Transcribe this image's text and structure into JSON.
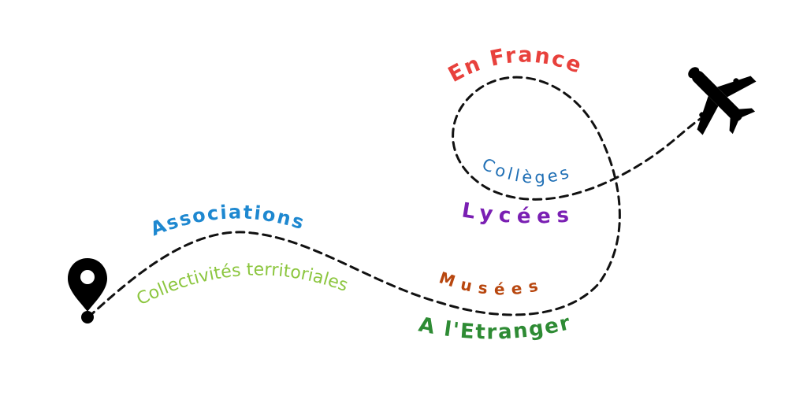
{
  "labels": {
    "en_france": "En France",
    "colleges": "Collèges",
    "lycees": "Lycées",
    "associations": "Associations",
    "collectivites": "Collectivités territoriales",
    "musees": "Musées",
    "etranger": "A l'Etranger"
  },
  "colors": {
    "en_france": "#e8413c",
    "colleges": "#1f6fb5",
    "lycees": "#7a1fb3",
    "associations": "#1e88d0",
    "collectivites": "#8cc63f",
    "musees": "#b8470f",
    "etranger": "#2e8b34",
    "path": "#111111",
    "icons": "#000000"
  },
  "icons": {
    "start": "map-pin-icon",
    "end": "airplane-icon"
  }
}
